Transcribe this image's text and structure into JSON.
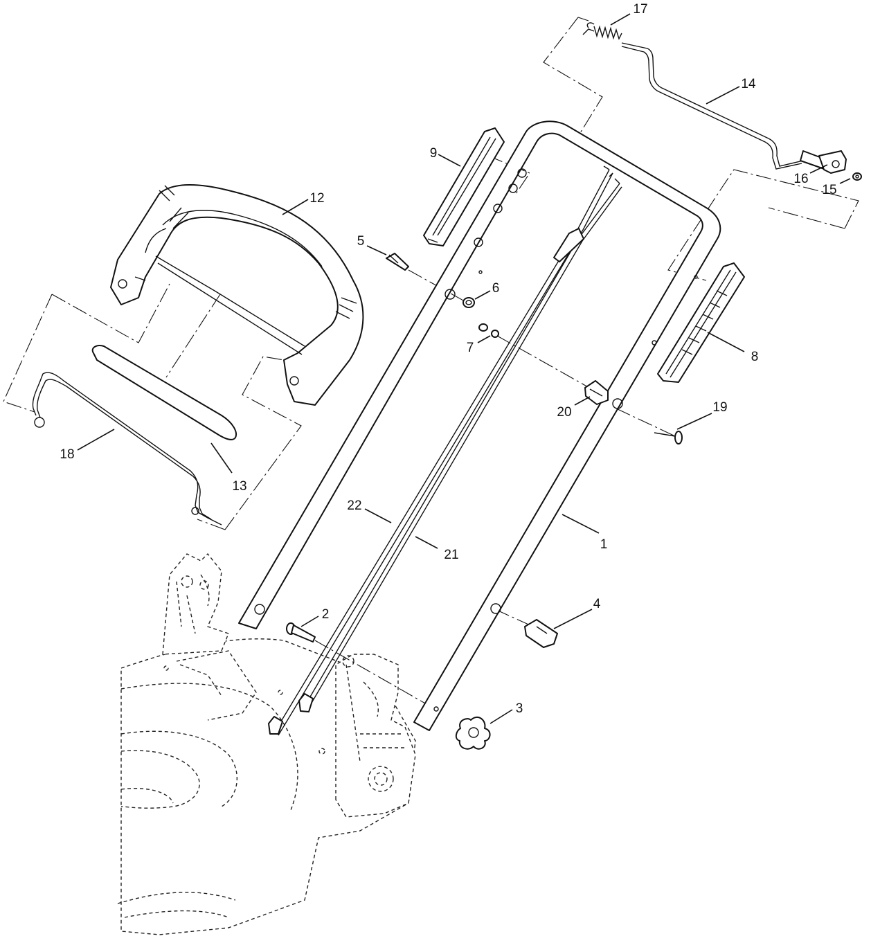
{
  "diagram": {
    "callouts": [
      {
        "id": "c1",
        "label": "1"
      },
      {
        "id": "c2",
        "label": "2"
      },
      {
        "id": "c3",
        "label": "3"
      },
      {
        "id": "c4",
        "label": "4"
      },
      {
        "id": "c5",
        "label": "5"
      },
      {
        "id": "c6",
        "label": "6"
      },
      {
        "id": "c7",
        "label": "7"
      },
      {
        "id": "c8",
        "label": "8"
      },
      {
        "id": "c9",
        "label": "9"
      },
      {
        "id": "c12",
        "label": "12"
      },
      {
        "id": "c13",
        "label": "13"
      },
      {
        "id": "c14",
        "label": "14"
      },
      {
        "id": "c15",
        "label": "15"
      },
      {
        "id": "c16",
        "label": "16"
      },
      {
        "id": "c17",
        "label": "17"
      },
      {
        "id": "c18",
        "label": "18"
      },
      {
        "id": "c19",
        "label": "19"
      },
      {
        "id": "c20",
        "label": "20"
      },
      {
        "id": "c21",
        "label": "21"
      },
      {
        "id": "c22",
        "label": "22"
      }
    ]
  }
}
